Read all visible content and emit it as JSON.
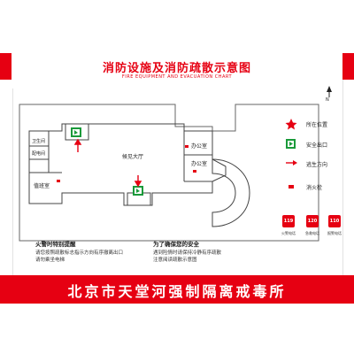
{
  "title": "消防设施及消防疏散示意图",
  "subtitle": "FIRE EQUIPMENT AND EVACUATION CHART",
  "north_label": "N",
  "rooms": {
    "hall": "候见大厅",
    "office_1": "办公室",
    "office_2": "办公室",
    "room_a": "卫生间",
    "room_b": "配电间",
    "duty": "值班室"
  },
  "legend": [
    {
      "icon": "star-icon",
      "label": "所在位置"
    },
    {
      "icon": "exit-icon",
      "label": "安全出口"
    },
    {
      "icon": "arrow-icon",
      "label": "逃生方向"
    },
    {
      "icon": "hydrant-icon",
      "label": "消火栓"
    }
  ],
  "phones": [
    {
      "number": "119",
      "label": "火警电话"
    },
    {
      "number": "120",
      "label": "急救电话"
    },
    {
      "number": "110",
      "label": "报警电话"
    }
  ],
  "notes_left": {
    "heading": "火警时特别提醒",
    "lines": [
      "请您按照疏散标志指示方向有序撤离出口",
      "请勿乘坐电梯"
    ]
  },
  "notes_right": {
    "heading": "为了确保您的安全",
    "lines": [
      "遇到险情时请保持冷静有序疏散",
      "注意阅读疏散示意图"
    ]
  },
  "footer": "北京市天堂河强制隔离戒毒所",
  "colors": {
    "accent": "#e60012",
    "exit_green": "#1a9a3a"
  }
}
